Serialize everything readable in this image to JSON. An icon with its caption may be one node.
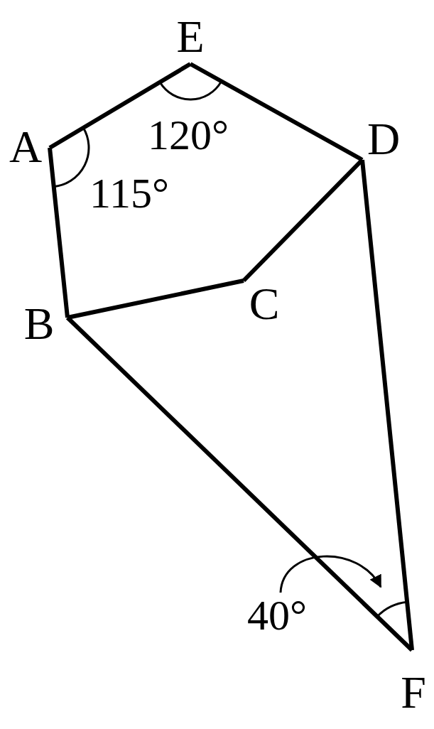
{
  "diagram": {
    "nodes": [
      {
        "text": [
          "E"
        ]
      },
      {
        "text": [
          "A"
        ]
      },
      {
        "text": [
          "D"
        ]
      },
      {
        "text": [
          "C"
        ]
      },
      {
        "text": [
          "B"
        ]
      },
      {
        "text": [
          "F"
        ]
      },
      {
        "text": [
          "40°"
        ]
      }
    ],
    "edges": [
      {
        "from": 1,
        "to": 0,
        "arrow": "none"
      },
      {
        "from": 0,
        "to": 2,
        "arrow": "none"
      },
      {
        "from": 1,
        "to": 4,
        "arrow": "none"
      },
      {
        "from": 4,
        "to": 3,
        "arrow": "none"
      },
      {
        "from": 3,
        "to": 2,
        "arrow": "none"
      },
      {
        "from": 2,
        "to": 5,
        "arrow": "none"
      },
      {
        "from": 4,
        "to": 5,
        "arrow": "none"
      },
      {
        "from": 6,
        "to": null,
        "arrow": "to"
      }
    ],
    "labels": [
      "120°",
      "115°"
    ]
  }
}
